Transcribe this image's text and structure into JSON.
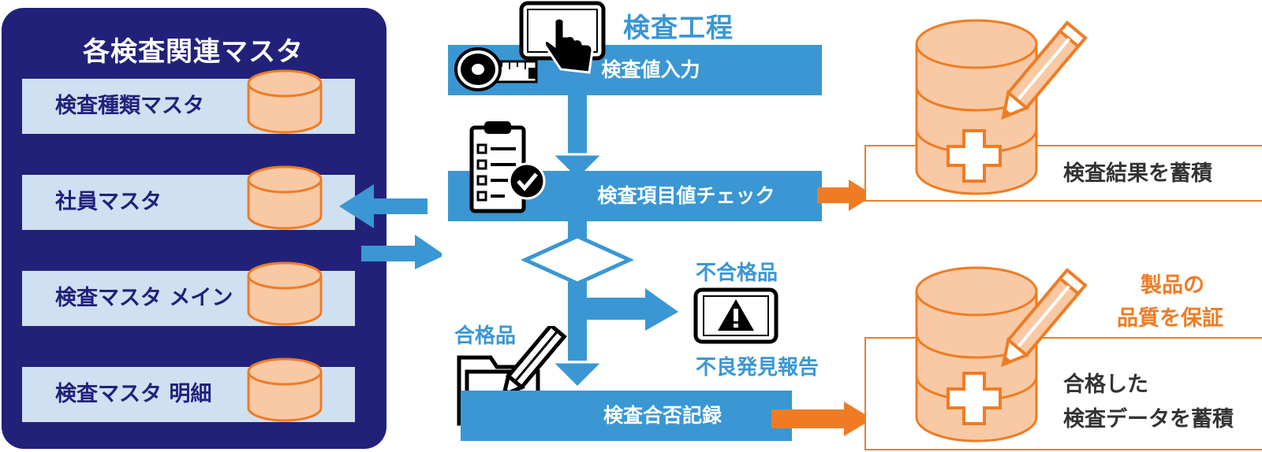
{
  "masters": {
    "title": "各検査関連マスタ",
    "items": [
      {
        "label": "検査種類マスタ"
      },
      {
        "label": "社員マスタ"
      },
      {
        "label": "検査マスタ メイン"
      },
      {
        "label": "検査マスタ 明細"
      }
    ]
  },
  "process": {
    "title": "検査工程",
    "steps": [
      {
        "label": "検査値入力"
      },
      {
        "label": "検査項目値チェック"
      },
      {
        "label": "検査合否記録"
      }
    ],
    "pass_label": "合格品",
    "fail_label": "不合格品",
    "fail_report": "不良発見報告"
  },
  "results": {
    "accumulate_label": "検査結果を蓄積",
    "passed_line1": "合格した",
    "passed_line2": "検査データを蓄積",
    "guarantee_line1": "製品の",
    "guarantee_line2": "品質を保証"
  },
  "colors": {
    "navy": "#22217a",
    "blue": "#3a97d3",
    "light_blue": "#cfe0f1",
    "orange": "#ef7c24",
    "peach": "#f8c9a4"
  },
  "icons": [
    "database-icon",
    "tablet-touch-icon",
    "tape-measure-icon",
    "clipboard-check-icon",
    "warning-tablet-icon",
    "folder-pencil-icon",
    "database-medical-pencil-icon"
  ]
}
